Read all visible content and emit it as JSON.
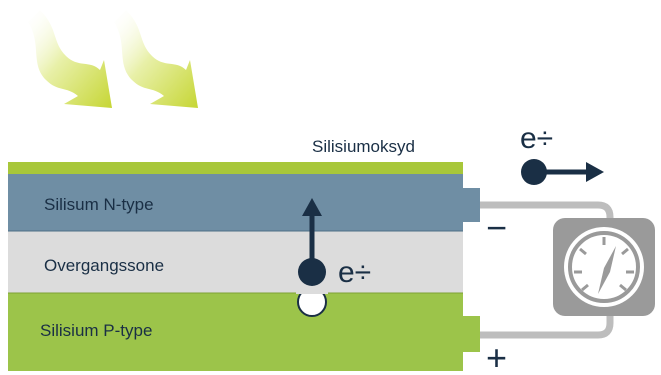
{
  "labels": {
    "oxide": "Silisiumoksyd",
    "n_type": "Silisum N-type",
    "junction": "Overgangssone",
    "p_type": "Silisium P-type"
  },
  "electron_labels": {
    "inside": "e÷",
    "outside": "e÷"
  },
  "terminals": {
    "negative": "−",
    "positive": "+"
  },
  "icons": {
    "sun_rays": "sunlight-arrows-icon",
    "meter": "ammeter-gauge-icon"
  },
  "colors": {
    "oxide": "#a8c73a",
    "n_type": "#6f8ea4",
    "junction": "#dcdcdc",
    "p_type": "#9cc44a",
    "electron": "#1a2f45",
    "wire": "#bdbdbd",
    "meter": "#999999"
  }
}
